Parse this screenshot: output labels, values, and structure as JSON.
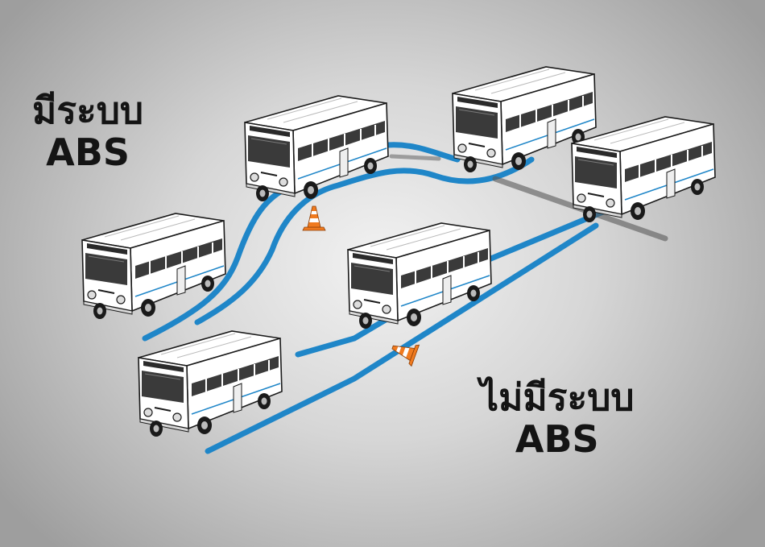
{
  "labels": {
    "with_abs": {
      "line1": "มีระบบ",
      "line2": "ABS"
    },
    "without_abs": {
      "line1": "ไม่มีระบบ",
      "line2": "ABS"
    }
  },
  "colors": {
    "track": "#1f86c8",
    "cone": "#f07a1e",
    "bus_body": "#ffffff",
    "bus_outline": "#1a1a1a",
    "window": "#3a3a3a",
    "skid_mark": "#5a5a5a"
  },
  "icons": [
    "bus-icon",
    "traffic-cone-icon"
  ]
}
